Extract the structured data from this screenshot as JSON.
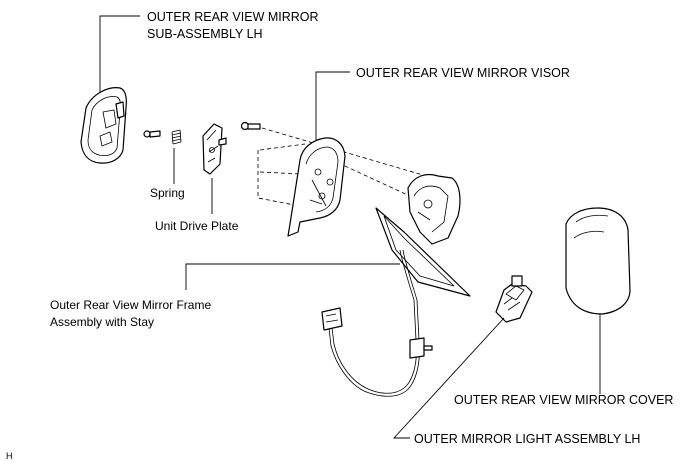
{
  "labels": {
    "mirror_subassy_line1": "OUTER REAR VIEW MIRROR",
    "mirror_subassy_line2": "SUB-ASSEMBLY LH",
    "visor": "OUTER REAR VIEW MIRROR VISOR",
    "spring": "Spring",
    "unit_drive_plate": "Unit Drive Plate",
    "frame_line1": "Outer Rear View Mirror Frame",
    "frame_line2": "Assembly with Stay",
    "cover": "OUTER REAR VIEW MIRROR COVER",
    "light": "OUTER MIRROR LIGHT ASSEMBLY LH",
    "corner_code": "H"
  }
}
